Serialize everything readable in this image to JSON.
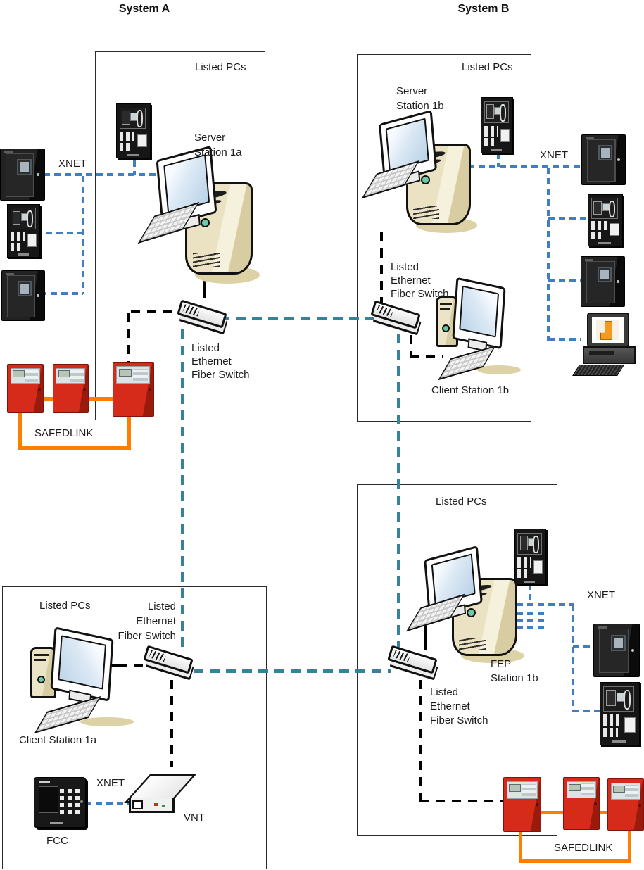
{
  "titles": {
    "system_a": "System A",
    "system_b": "System B"
  },
  "common": {
    "listed_pcs": "Listed PCs",
    "switch_label": {
      "line1": "Listed",
      "line2": "Ethernet",
      "line3": "Fiber Switch"
    },
    "xnet": "XNET",
    "safedlink": "SAFEDLINK"
  },
  "stations": {
    "server_1a": {
      "line1": "Server",
      "line2": "Station 1a"
    },
    "server_1b": {
      "line1": "Server",
      "line2": "Station 1b"
    },
    "client_1a": "Client Station 1a",
    "client_1b": "Client Station 1b",
    "fep_1b": {
      "line1": "FEP",
      "line2": "Station 1b"
    },
    "fcc": "FCC",
    "vnt": "VNT"
  },
  "colors": {
    "xnet_blue": "#3E7EC1",
    "ethernet_teal": "#37819B",
    "safedlink_orange": "#FD7E00",
    "panel_red": "#D62B1A",
    "tower_beige": "#EAE2C2"
  }
}
